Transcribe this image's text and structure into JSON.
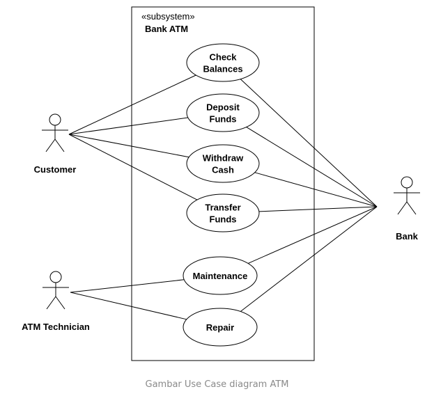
{
  "subsystem": {
    "stereotype": "«subsystem»",
    "name": "Bank ATM"
  },
  "actors": [
    {
      "id": "customer",
      "label": "Customer"
    },
    {
      "id": "technician",
      "label": "ATM Technician"
    },
    {
      "id": "bank",
      "label": "Bank"
    }
  ],
  "use_cases": [
    {
      "id": "check",
      "lines": [
        "Check",
        "Balances"
      ]
    },
    {
      "id": "deposit",
      "lines": [
        "Deposit",
        "Funds"
      ]
    },
    {
      "id": "withdraw",
      "lines": [
        "Withdraw",
        "Cash"
      ]
    },
    {
      "id": "transfer",
      "lines": [
        "Transfer",
        "Funds"
      ]
    },
    {
      "id": "maintenance",
      "lines": [
        "Maintenance"
      ]
    },
    {
      "id": "repair",
      "lines": [
        "Repair"
      ]
    }
  ],
  "associations": [
    [
      "customer",
      "check"
    ],
    [
      "customer",
      "deposit"
    ],
    [
      "customer",
      "withdraw"
    ],
    [
      "customer",
      "transfer"
    ],
    [
      "technician",
      "maintenance"
    ],
    [
      "technician",
      "repair"
    ],
    [
      "bank",
      "check"
    ],
    [
      "bank",
      "deposit"
    ],
    [
      "bank",
      "withdraw"
    ],
    [
      "bank",
      "transfer"
    ],
    [
      "bank",
      "maintenance"
    ],
    [
      "bank",
      "repair"
    ]
  ],
  "caption": "Gambar Use Case diagram ATM"
}
